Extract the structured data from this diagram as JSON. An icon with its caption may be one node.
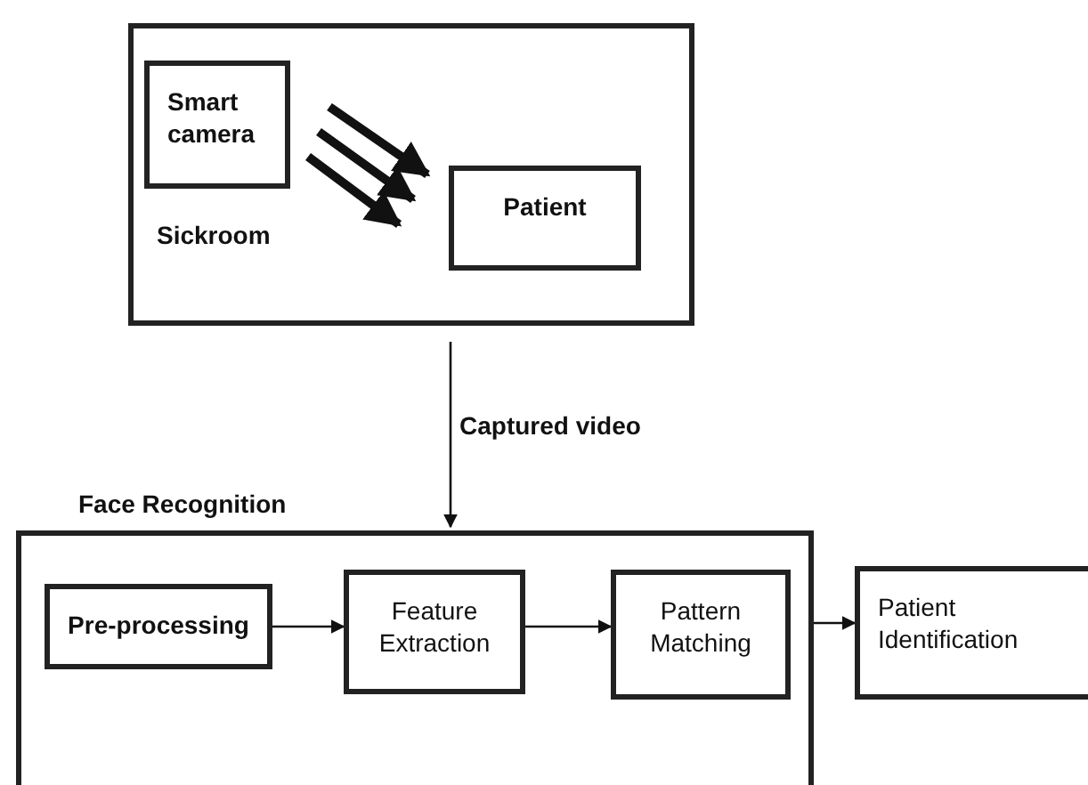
{
  "diagram": {
    "nodes": [
      {
        "text": [
          "Sickroom"
        ]
      },
      {
        "text": [
          "Smart camera"
        ],
        "in": 0
      },
      {
        "text": [
          "Patient"
        ],
        "in": 0
      },
      {
        "text": [
          "Face Recognition"
        ]
      },
      {
        "text": [
          "Pre-processing"
        ],
        "in": 3
      },
      {
        "text": [
          "Feature Extraction"
        ],
        "in": 3
      },
      {
        "text": [
          "Pattern Matching"
        ],
        "in": 3
      },
      {
        "text": [
          "Patient Identification"
        ]
      }
    ],
    "edges": [
      {
        "from": 1,
        "to": 2,
        "arrow": "to",
        "style": "thick"
      },
      {
        "from": 1,
        "to": 2,
        "arrow": "to",
        "style": "thick"
      },
      {
        "from": 1,
        "to": 2,
        "arrow": "to",
        "style": "thick"
      },
      {
        "from": 0,
        "to": 3,
        "arrow": "to",
        "label": "Captured video"
      },
      {
        "from": 4,
        "to": 5,
        "arrow": "to"
      },
      {
        "from": 5,
        "to": 6,
        "arrow": "to"
      },
      {
        "from": 3,
        "to": 7,
        "arrow": "to"
      }
    ]
  }
}
